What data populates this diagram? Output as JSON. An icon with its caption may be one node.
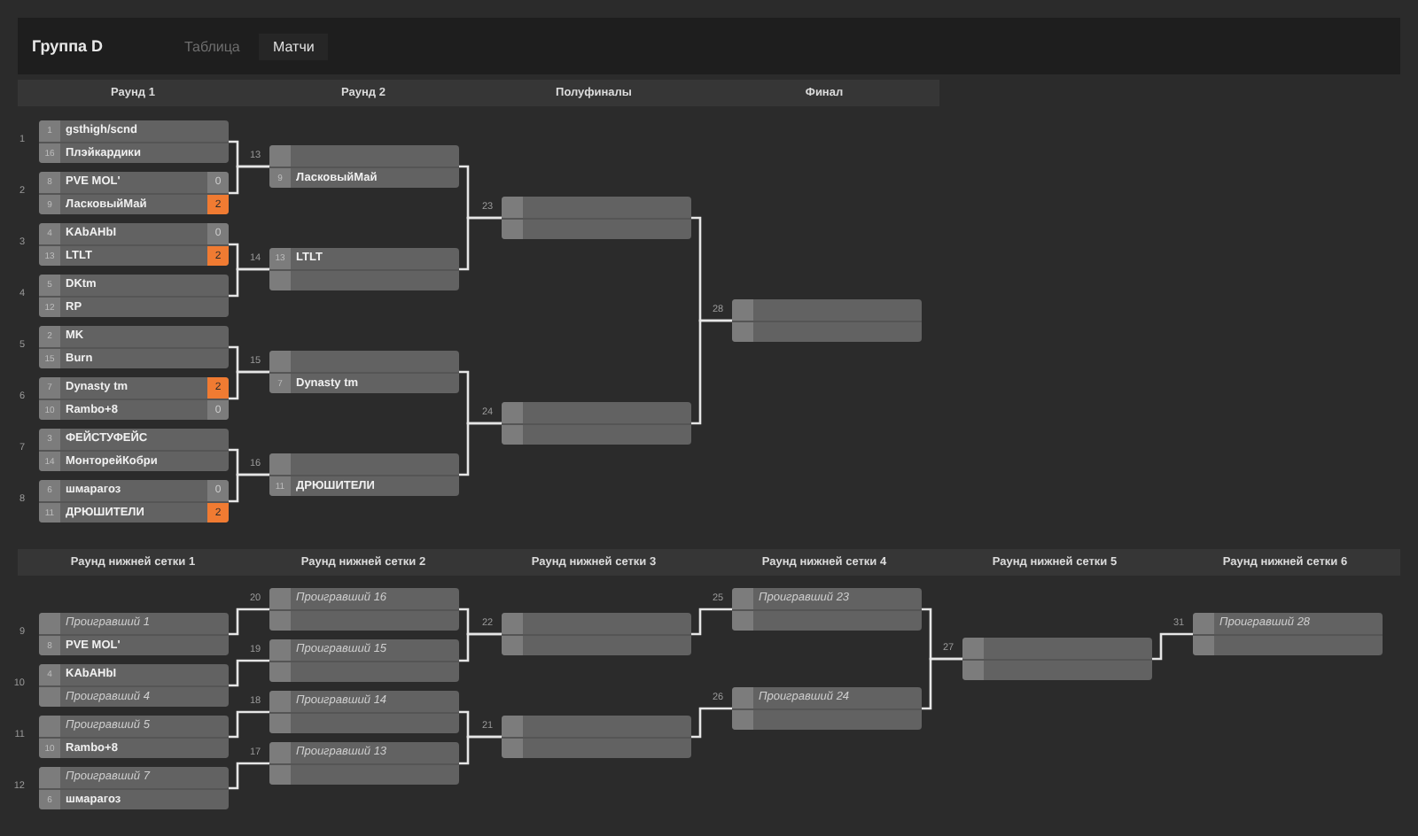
{
  "diagram": {
    "title": "Группа D",
    "nodes": [
      {
        "text": [
          "Раунд 1"
        ]
      },
      {
        "text": [
          "Раунд 2"
        ]
      },
      {
        "text": [
          "Полуфиналы"
        ]
      },
      {
        "text": [
          "Финал"
        ]
      },
      {
        "text": [
          "1",
          "gsthigh/scnd",
          "16",
          "Плэйкардики"
        ],
        "beside": [
          "1"
        ]
      },
      {
        "text": [
          "8",
          "PVE MOL'",
          "0",
          "9",
          "ЛасковыйМай",
          "2"
        ],
        "beside": [
          "2"
        ]
      },
      {
        "text": [
          "4",
          "KAbAHbI",
          "0",
          "13",
          "LTLT",
          "2"
        ],
        "beside": [
          "3"
        ]
      },
      {
        "text": [
          "5",
          "DKtm",
          "12",
          "RP"
        ],
        "beside": [
          "4"
        ]
      },
      {
        "text": [
          "2",
          "MK",
          "15",
          "Burn"
        ],
        "beside": [
          "5"
        ]
      },
      {
        "text": [
          "7",
          "Dynasty tm",
          "2",
          "10",
          "Rambo+8",
          "0"
        ],
        "beside": [
          "6"
        ]
      },
      {
        "text": [
          "3",
          "ФЕЙСТУФЕЙС",
          "14",
          "МонторейКобри"
        ],
        "beside": [
          "7"
        ]
      },
      {
        "text": [
          "6",
          "шмарагоз",
          "0",
          "11",
          "ДРЮШИТЕЛИ",
          "2"
        ],
        "beside": [
          "8"
        ]
      },
      {
        "text": [
          "9",
          "ЛасковыйМай"
        ],
        "beside": [
          "13"
        ]
      },
      {
        "text": [
          "13",
          "LTLT"
        ],
        "beside": [
          "14"
        ]
      },
      {
        "text": [
          "7",
          "Dynasty tm"
        ],
        "beside": [
          "15"
        ]
      },
      {
        "text": [
          "11",
          "ДРЮШИТЕЛИ"
        ],
        "beside": [
          "16"
        ]
      },
      {
        "text": [],
        "shape": "box",
        "beside": [
          "23"
        ]
      },
      {
        "text": [],
        "shape": "box",
        "beside": [
          "24"
        ]
      },
      {
        "text": [],
        "shape": "box",
        "beside": [
          "28"
        ]
      },
      {
        "text": [
          "Раунд нижней сетки 1"
        ]
      },
      {
        "text": [
          "Раунд нижней сетки 2"
        ]
      },
      {
        "text": [
          "Раунд нижней сетки 3"
        ]
      },
      {
        "text": [
          "Раунд нижней сетки 4"
        ]
      },
      {
        "text": [
          "Раунд нижней сетки 5"
        ]
      },
      {
        "text": [
          "Раунд нижней сетки 6"
        ]
      },
      {
        "text": [
          "Проигравший 1",
          "8",
          "PVE MOL'"
        ],
        "beside": [
          "9"
        ]
      },
      {
        "text": [
          "4",
          "KAbAHbI",
          "Проигравший 4"
        ],
        "beside": [
          "10"
        ]
      },
      {
        "text": [
          "Проигравший 5",
          "10",
          "Rambo+8"
        ],
        "beside": [
          "11"
        ]
      },
      {
        "text": [
          "Проигравший 7",
          "6",
          "шмарагоз"
        ],
        "beside": [
          "12"
        ]
      },
      {
        "text": [
          "Проигравший 16"
        ],
        "beside": [
          "20"
        ]
      },
      {
        "text": [
          "Проигравший 15"
        ],
        "beside": [
          "19"
        ]
      },
      {
        "text": [
          "Проигравший 14"
        ],
        "beside": [
          "18"
        ]
      },
      {
        "text": [
          "Проигравший 13"
        ],
        "beside": [
          "17"
        ]
      },
      {
        "text": [],
        "shape": "box",
        "beside": [
          "22"
        ]
      },
      {
        "text": [],
        "shape": "box",
        "beside": [
          "21"
        ]
      },
      {
        "text": [
          "Проигравший 23"
        ],
        "beside": [
          "25"
        ]
      },
      {
        "text": [
          "Проигравший 24"
        ],
        "beside": [
          "26"
        ]
      },
      {
        "text": [],
        "shape": "box",
        "beside": [
          "27"
        ]
      },
      {
        "text": [
          "Проигравший 28"
        ],
        "beside": [
          "31"
        ]
      }
    ],
    "edges": [
      {
        "from": 4,
        "to": 12,
        "arrow": "none"
      },
      {
        "from": 5,
        "to": 12,
        "arrow": "none"
      },
      {
        "from": 6,
        "to": 13,
        "arrow": "none"
      },
      {
        "from": 7,
        "to": 13,
        "arrow": "none"
      },
      {
        "from": 8,
        "to": 14,
        "arrow": "none"
      },
      {
        "from": 9,
        "to": 14,
        "arrow": "none"
      },
      {
        "from": 10,
        "to": 15,
        "arrow": "none"
      },
      {
        "from": 11,
        "to": 15,
        "arrow": "none"
      },
      {
        "from": 12,
        "to": 16,
        "arrow": "none"
      },
      {
        "from": 13,
        "to": 16,
        "arrow": "none"
      },
      {
        "from": 14,
        "to": 17,
        "arrow": "none"
      },
      {
        "from": 15,
        "to": 17,
        "arrow": "none"
      },
      {
        "from": 16,
        "to": 18,
        "arrow": "none"
      },
      {
        "from": 17,
        "to": 18,
        "arrow": "none"
      },
      {
        "from": 25,
        "to": 29,
        "arrow": "none"
      },
      {
        "from": 26,
        "to": 30,
        "arrow": "none"
      },
      {
        "from": 27,
        "to": 31,
        "arrow": "none"
      },
      {
        "from": 28,
        "to": 32,
        "arrow": "none"
      },
      {
        "from": 29,
        "to": 33,
        "arrow": "none"
      },
      {
        "from": 30,
        "to": 33,
        "arrow": "none"
      },
      {
        "from": 31,
        "to": 34,
        "arrow": "none"
      },
      {
        "from": 32,
        "to": 34,
        "arrow": "none"
      },
      {
        "from": 33,
        "to": 35,
        "arrow": "none"
      },
      {
        "from": 34,
        "to": 36,
        "arrow": "none"
      },
      {
        "from": 35,
        "to": 37,
        "arrow": "none"
      },
      {
        "from": 36,
        "to": 37,
        "arrow": "none"
      },
      {
        "from": 37,
        "to": 38,
        "arrow": "none"
      }
    ],
    "labels": [
      "Таблица",
      "Матчи"
    ]
  }
}
